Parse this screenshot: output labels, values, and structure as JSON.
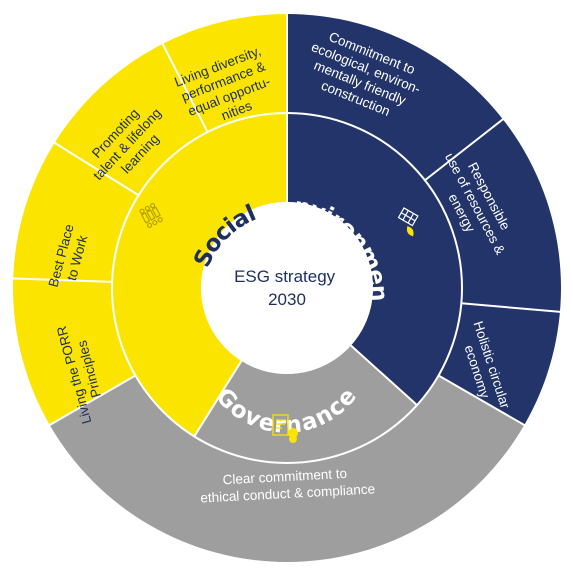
{
  "center": {
    "line1": "ESG strategy",
    "line2": "2030"
  },
  "colors": {
    "social": "#fbe500",
    "environment": "#22346a",
    "governance": "#9e9e9e",
    "divider": "#ffffff",
    "dark_text": "#1e2e5e",
    "light_text": "#ffffff"
  },
  "social": {
    "label": "Social",
    "icon": "diversity-people-icon",
    "items": [
      {
        "lines": [
          "Living diversity,",
          "performance &",
          "equal opportu-",
          "nities"
        ]
      },
      {
        "lines": [
          "Promoting",
          "talent & lifelong",
          "learning"
        ]
      },
      {
        "lines": [
          "Best Place",
          "to Work"
        ]
      },
      {
        "lines": [
          "Living the PORR",
          "Principles"
        ]
      }
    ]
  },
  "environment": {
    "label": "Environment",
    "icon": "solar-leaf-icon",
    "items": [
      {
        "lines": [
          "Commitment to",
          "ecological, environ-",
          "mentally friendly",
          "construction"
        ]
      },
      {
        "lines": [
          "Responsible",
          "use of resources &",
          "energy"
        ]
      },
      {
        "lines": [
          "Holistic circular",
          "economy"
        ]
      }
    ]
  },
  "governance": {
    "label": "Governance",
    "icon": "compliance-checklist-icon",
    "items": [
      {
        "lines": [
          "Clear commitment to",
          "ethical conduct & compliance"
        ]
      }
    ]
  }
}
